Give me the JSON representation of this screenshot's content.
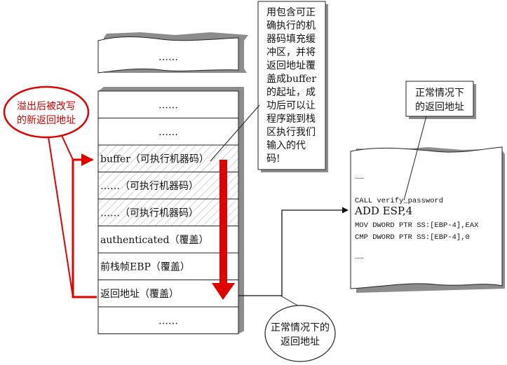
{
  "top_block": {
    "label": "……"
  },
  "stack_cells": [
    {
      "label": "……",
      "hatched": false
    },
    {
      "label": "……",
      "hatched": false
    },
    {
      "label": "buffer（可执行机器码）",
      "hatched": true
    },
    {
      "label": "……（可执行机器码）",
      "hatched": true
    },
    {
      "label": "……（可执行机器码）",
      "hatched": true
    },
    {
      "label": "authenticated（覆盖）",
      "hatched": false
    },
    {
      "label": "前栈帧EBP（覆盖）",
      "hatched": false
    },
    {
      "label": "返回地址（覆盖）",
      "hatched": false
    },
    {
      "label": "……",
      "hatched": false
    }
  ],
  "top_note": {
    "lines": [
      "用包含可正",
      "确执行的机",
      "器码填充缓",
      "冲区，并将",
      "返回地址覆",
      "盖成buffer",
      "的起址，成",
      "功后可以让",
      "程序跳到栈",
      "区执行我们",
      "输入的代",
      "码!"
    ]
  },
  "red_callout": {
    "lines": [
      "溢出后被改写",
      "的新返回地址"
    ]
  },
  "normal_return_box": {
    "lines": [
      "正常情况下",
      "的返回地址"
    ]
  },
  "normal_return_circle": {
    "lines": [
      "正常情况下的",
      "返回地址"
    ]
  },
  "code_block": {
    "lines": [
      {
        "text": "……",
        "style": "normal"
      },
      {
        "text": "CALL verify_password",
        "style": "normal"
      },
      {
        "text": "ADD ESP,4",
        "style": "big"
      },
      {
        "text": "MOV DWORD PTR SS:[EBP-4],EAX",
        "style": "normal"
      },
      {
        "text": "CMP DWORD PTR SS:[EBP-4],0",
        "style": "normal"
      },
      {
        "text": "……",
        "style": "normal"
      }
    ]
  },
  "colors": {
    "accent_red": "#e00000",
    "outline": "#222222",
    "shadow": "#8c8c8c"
  }
}
